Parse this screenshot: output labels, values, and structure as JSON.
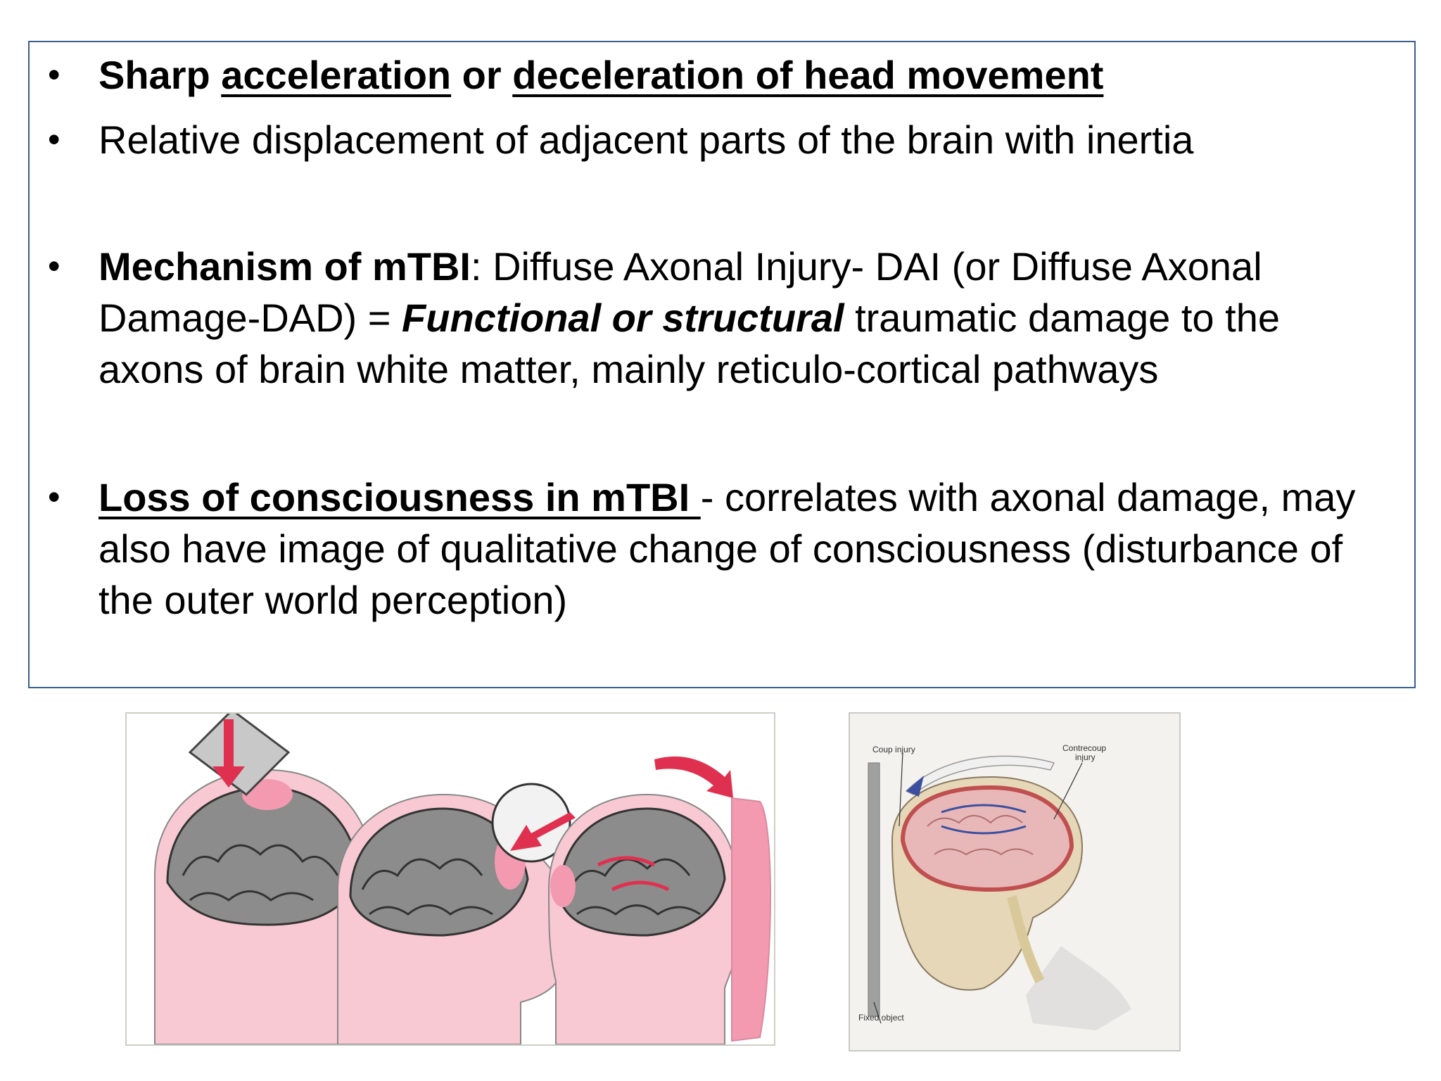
{
  "bullets": [
    {
      "dot": "•",
      "parts": {
        "a": "Sharp ",
        "b": "acceleration",
        "c": " or ",
        "d": "deceleration of head movement"
      }
    },
    {
      "dot": "•",
      "text": "Relative displacement of adjacent parts of the brain with inertia"
    },
    {
      "dot": "•",
      "parts": {
        "bold": "Mechanism of mTBI",
        "rest1": ": Diffuse Axonal Injury- DAI (or Diffuse Axonal Damage-DAD) = ",
        "bold_italic": "Functional or structural",
        "rest2": " traumatic damage to the axons of brain white matter, mainly reticulo-cortical pathways"
      }
    },
    {
      "dot": "•",
      "parts": {
        "bold_underline": "Loss of consciousness in mTBI ",
        "rest": "- correlates with axonal damage, may also have image of qualitative change of consciousness (disturbance of the outer world perception)"
      }
    }
  ],
  "figure_coup": {
    "label_coup": "Coup injury",
    "label_contrecoup_1": "Contrecoup",
    "label_contrecoup_2": "injury",
    "label_fixed": "Fixed object"
  },
  "colors": {
    "border": "#3a5f8a",
    "arrow_red": "#e0304f",
    "skin_pink": "#f8c9d3",
    "brain_gray": "#8c8c8c",
    "injury_pink": "#f39ab1"
  }
}
